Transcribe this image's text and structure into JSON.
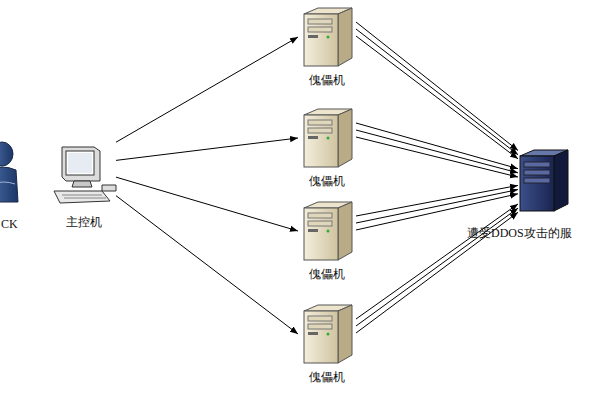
{
  "diagram": {
    "nodes": [
      {
        "text": [
          "CK"
        ]
      },
      {
        "text": [
          "主控机"
        ]
      },
      {
        "text": [
          "傀儡机"
        ]
      },
      {
        "text": [
          "傀儡机"
        ]
      },
      {
        "text": [
          "傀儡机"
        ]
      },
      {
        "text": [
          "傀儡机"
        ]
      },
      {
        "text": [
          "遭受DDOS攻击的服"
        ]
      }
    ],
    "edges": [
      {
        "from": 1,
        "to": 2,
        "arrow": "to"
      },
      {
        "from": 1,
        "to": 3,
        "arrow": "to"
      },
      {
        "from": 1,
        "to": 4,
        "arrow": "to"
      },
      {
        "from": 1,
        "to": 5,
        "arrow": "to"
      },
      {
        "from": 2,
        "to": 6,
        "arrow": "to"
      },
      {
        "from": 2,
        "to": 6,
        "arrow": "to"
      },
      {
        "from": 2,
        "to": 6,
        "arrow": "to"
      },
      {
        "from": 3,
        "to": 6,
        "arrow": "to"
      },
      {
        "from": 3,
        "to": 6,
        "arrow": "to"
      },
      {
        "from": 3,
        "to": 6,
        "arrow": "to"
      },
      {
        "from": 4,
        "to": 6,
        "arrow": "to"
      },
      {
        "from": 4,
        "to": 6,
        "arrow": "to"
      },
      {
        "from": 4,
        "to": 6,
        "arrow": "to"
      },
      {
        "from": 5,
        "to": 6,
        "arrow": "to"
      },
      {
        "from": 5,
        "to": 6,
        "arrow": "to"
      },
      {
        "from": 5,
        "to": 6,
        "arrow": "to"
      }
    ]
  }
}
